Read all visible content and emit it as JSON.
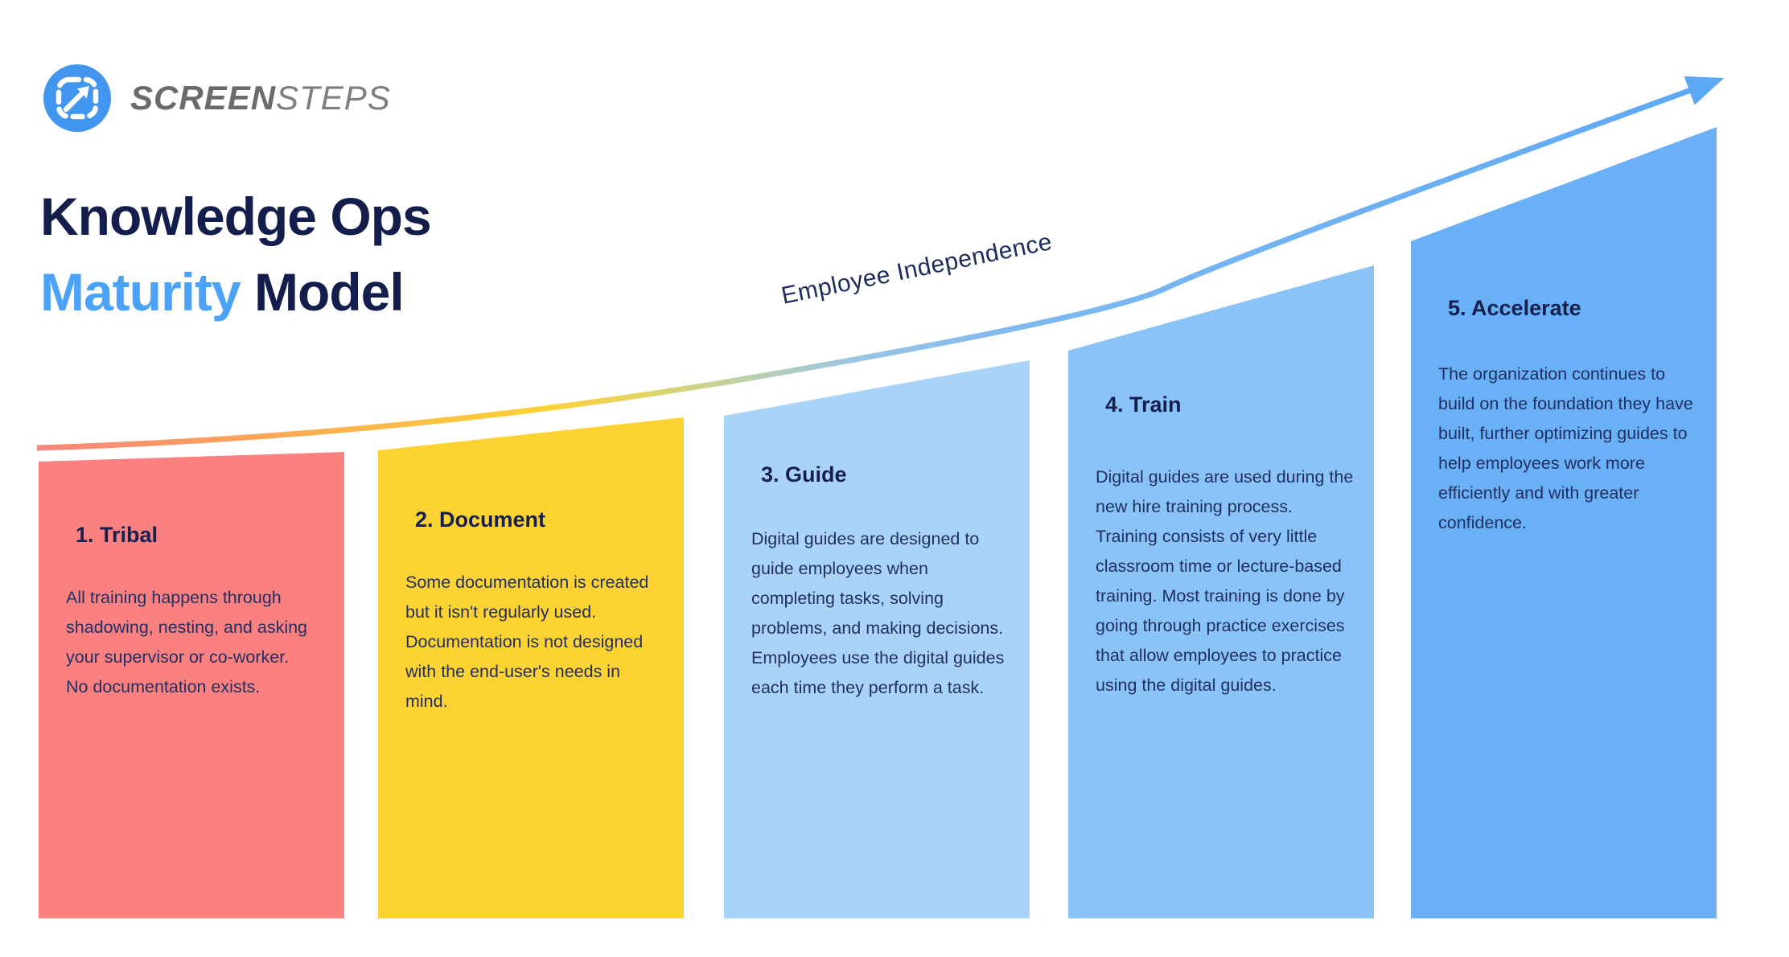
{
  "logo": {
    "brand_bold": "SCREEN",
    "brand_light": "STEPS"
  },
  "title": {
    "line1": "Knowledge Ops",
    "line2_highlight": "Maturity",
    "line2_rest": " Model"
  },
  "curve": {
    "label": "Employee Independence",
    "arrow_color": "#5CA8F5",
    "gradient": [
      "#F9857B",
      "#F99D60",
      "#FBB94A",
      "#FDD233",
      "#E3D464",
      "#BCD0A8",
      "#9CC6E2",
      "#7FB9F0",
      "#5CA8F5"
    ]
  },
  "columns": [
    {
      "title": "1. Tribal",
      "body": "All training happens through\nshadowing, nesting, and asking\nyour supervisor or co-worker.\nNo documentation exists.",
      "color": "#FB8180"
    },
    {
      "title": "2. Document",
      "body": "Some documentation is created\nbut it isn't regularly used.\nDocumentation is not designed\nwith the end-user's needs in\nmind.",
      "color": "#FDD333"
    },
    {
      "title": "3. Guide",
      "body": "Digital guides are designed to\nguide employees when\ncompleting tasks, solving\nproblems, and making decisions.\nEmployees use the digital guides\neach time they perform a task.",
      "color": "#A9D3F9"
    },
    {
      "title": "4. Train",
      "body": "Digital guides are used during the\nnew hire training process.\nTraining consists of very little\nclassroom time or lecture-based\ntraining. Most training is done by\ngoing through practice exercises\nthat allow employees to practice\nusing the digital guides.",
      "color": "#89C3F8"
    },
    {
      "title": "5. Accelerate",
      "body": "The organization continues to\nbuild on the foundation they have\nbuilt, further optimizing guides to\nhelp employees work more\nefficiently and with greater\nconfidence.",
      "color": "#69B0F6"
    }
  ],
  "colors": {
    "logo_blue": "#4296F0",
    "title_navy": "#141E4D",
    "title_blue": "#4AA3F8",
    "text_navy": "#1C2A5C",
    "brand_gray_bold": "#6B6B6B",
    "brand_gray_light": "#7E7E7E"
  }
}
